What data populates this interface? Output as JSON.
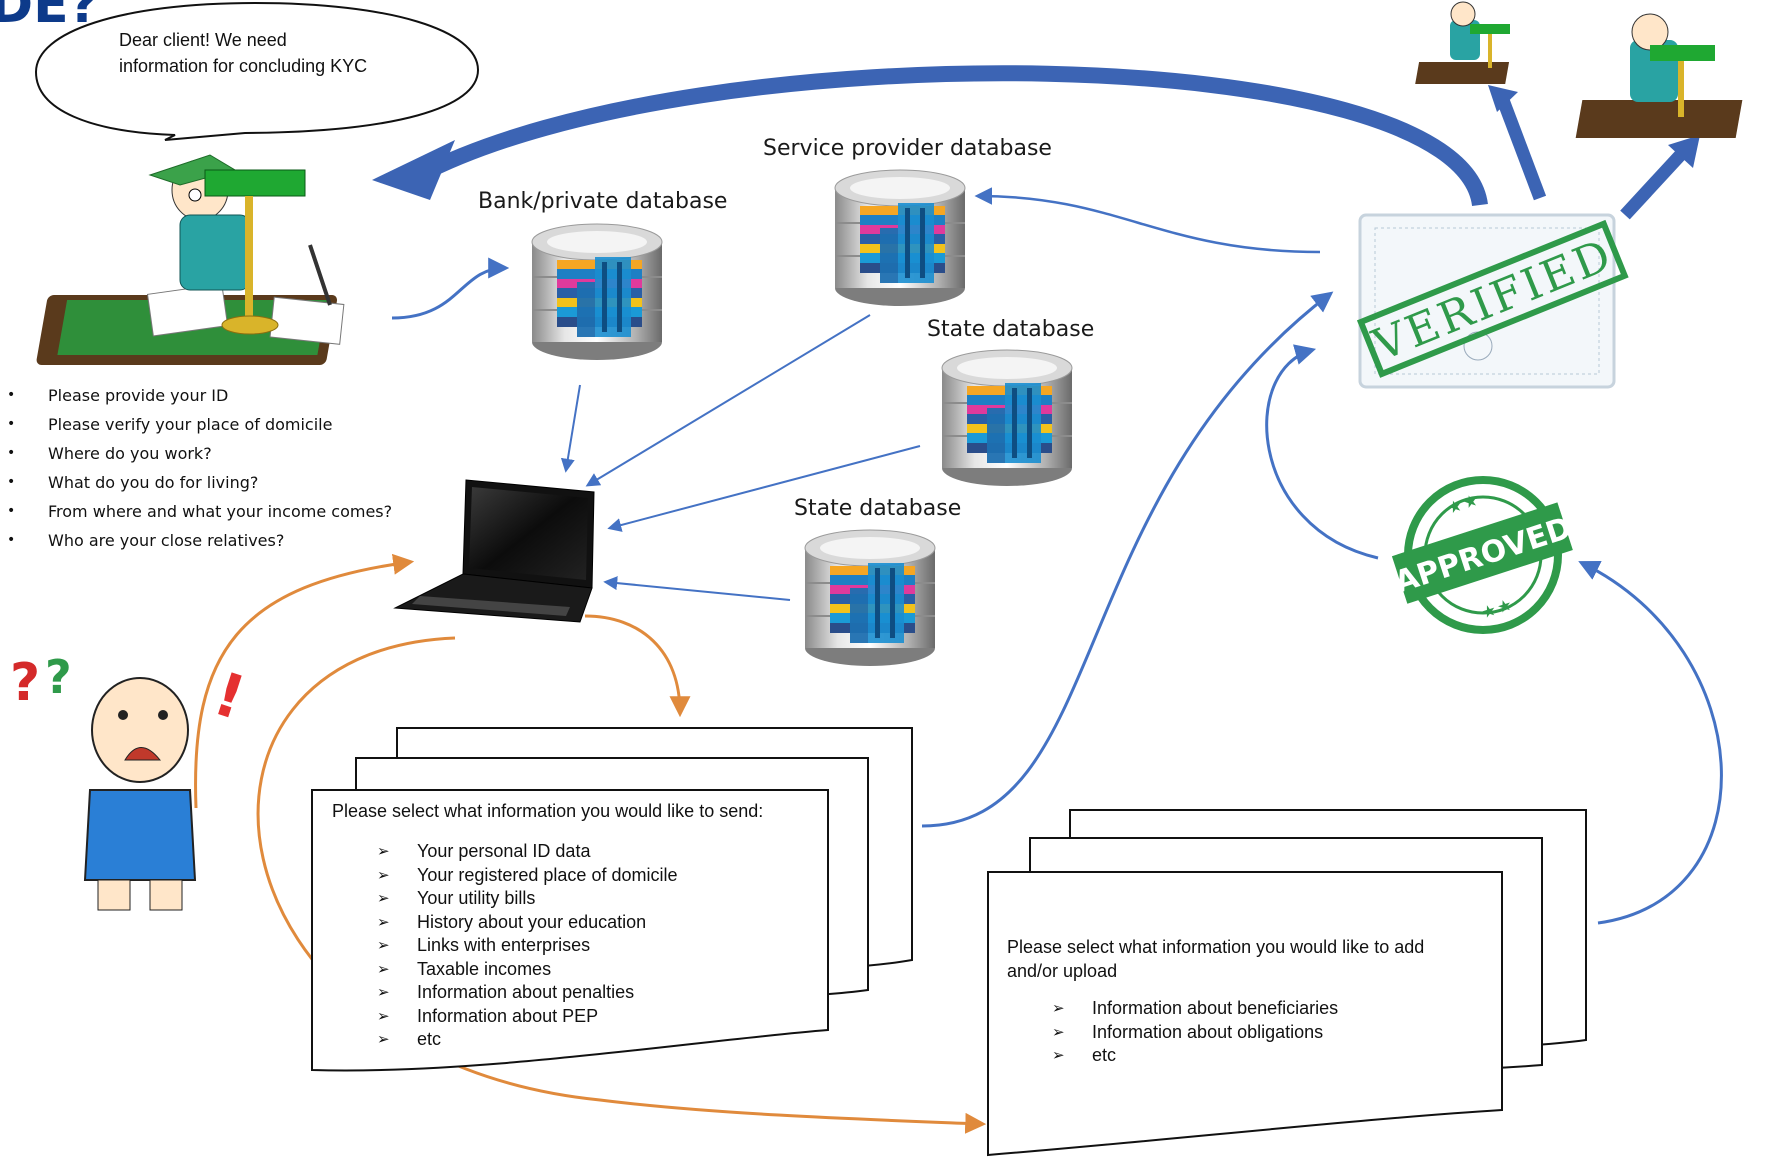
{
  "diagram": {
    "title_fragment": "DE?",
    "bubble": {
      "line1": "Dear client! We need",
      "line2": "information for concluding KYC"
    },
    "databases": {
      "bank": "Bank/private database",
      "service": "Service provider database",
      "state1": "State database",
      "state2": "State database"
    },
    "requests": [
      "Please provide your ID",
      "Please verify your place of domicile",
      "Where do you work?",
      "What do you do for living?",
      "From where and what your income comes?",
      "Who are your close relatives?"
    ],
    "send_form": {
      "title": "Please select what information you would like to send:",
      "items": [
        "Your personal ID data",
        "Your registered place of domicile",
        "Your utility bills",
        "History about your education",
        "Links with enterprises",
        "Taxable incomes",
        "Information about penalties",
        "Information about PEP",
        "etc"
      ]
    },
    "add_form": {
      "title_line1": "Please select what information you would like to add",
      "title_line2": "and/or upload",
      "items": [
        "Information about beneficiaries",
        "Information about obligations",
        "etc"
      ]
    },
    "stamps": {
      "verified": "VERIFIED",
      "approved": "APPROVED"
    },
    "colors": {
      "blue_arrow": "#4472c4",
      "orange_arrow": "#e08a3c",
      "dark_blue": "#3c64b4",
      "stamp_green": "#2f9a4a"
    }
  }
}
